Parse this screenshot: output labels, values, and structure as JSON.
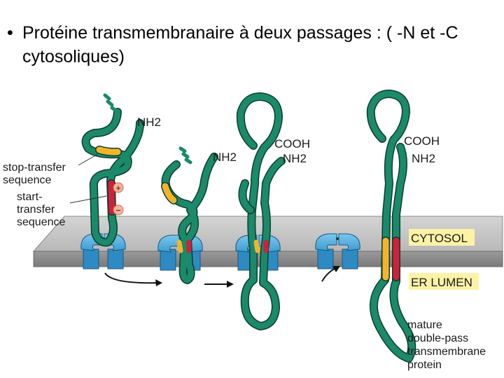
{
  "title": {
    "bullet": "•",
    "text": "Protéine transmembranaire à deux passages : ( -N et -C cytosoliques)"
  },
  "labels": {
    "stop_transfer": [
      "stop-transfer",
      "sequence"
    ],
    "start_transfer": [
      "start-",
      "transfer",
      "sequence"
    ],
    "plus_sign": "+",
    "minus_sign": "−",
    "nh2": "NH2",
    "cooh": "COOH",
    "cytosol": "CYTOSOL",
    "er_lumen": "ER LUMEN",
    "mature": [
      "mature",
      "double-pass",
      "transmembrane",
      "protein"
    ]
  },
  "colors": {
    "protein": "#1a8a6a",
    "protein_outline": "#0d3d2e",
    "stop_transfer": "#f2b42b",
    "start_transfer": "#d0203a",
    "translocon": "#45a7d8",
    "membrane": "#b3b3b3",
    "label_box": "#fbf2a6"
  }
}
